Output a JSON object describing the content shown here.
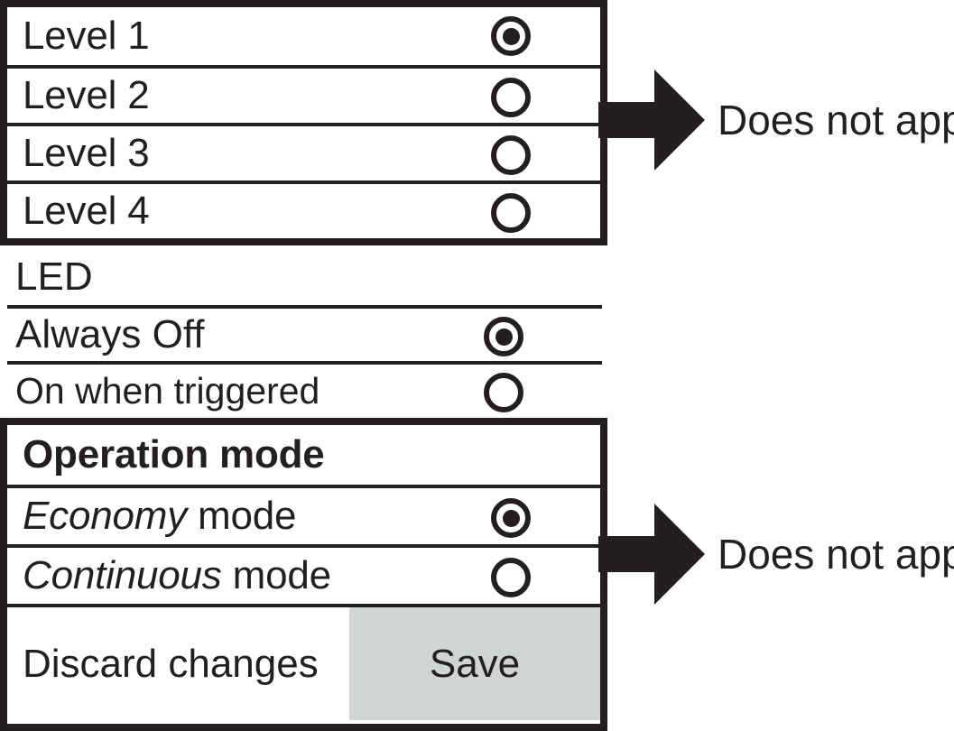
{
  "sensitivity_group": {
    "name": "sensitivity-level-group",
    "options": [
      {
        "label": "Level 1",
        "selected": true
      },
      {
        "label": "Level 2",
        "selected": false
      },
      {
        "label": "Level 3",
        "selected": false
      },
      {
        "label": "Level 4",
        "selected": false
      }
    ]
  },
  "led_group": {
    "header": "LED",
    "options": [
      {
        "label": "Always Off",
        "selected": true
      },
      {
        "label": "On when triggered",
        "selected": false
      }
    ]
  },
  "operation_group": {
    "header": "Operation mode",
    "options": [
      {
        "emphasis": "Economy",
        "rest": " mode",
        "selected": true
      },
      {
        "emphasis": "Continuous",
        "rest": " mode",
        "selected": false
      }
    ]
  },
  "actions": {
    "discard_label": "Discard changes",
    "save_label": "Save"
  },
  "callouts": [
    {
      "icon": "right-block-arrow-icon",
      "text": "Does not apply"
    },
    {
      "icon": "right-block-arrow-icon",
      "text": "Does not apply"
    }
  ],
  "colors": {
    "ink": "#231f20",
    "paper": "#ffffff",
    "save_fill": "#d1d4d4"
  }
}
